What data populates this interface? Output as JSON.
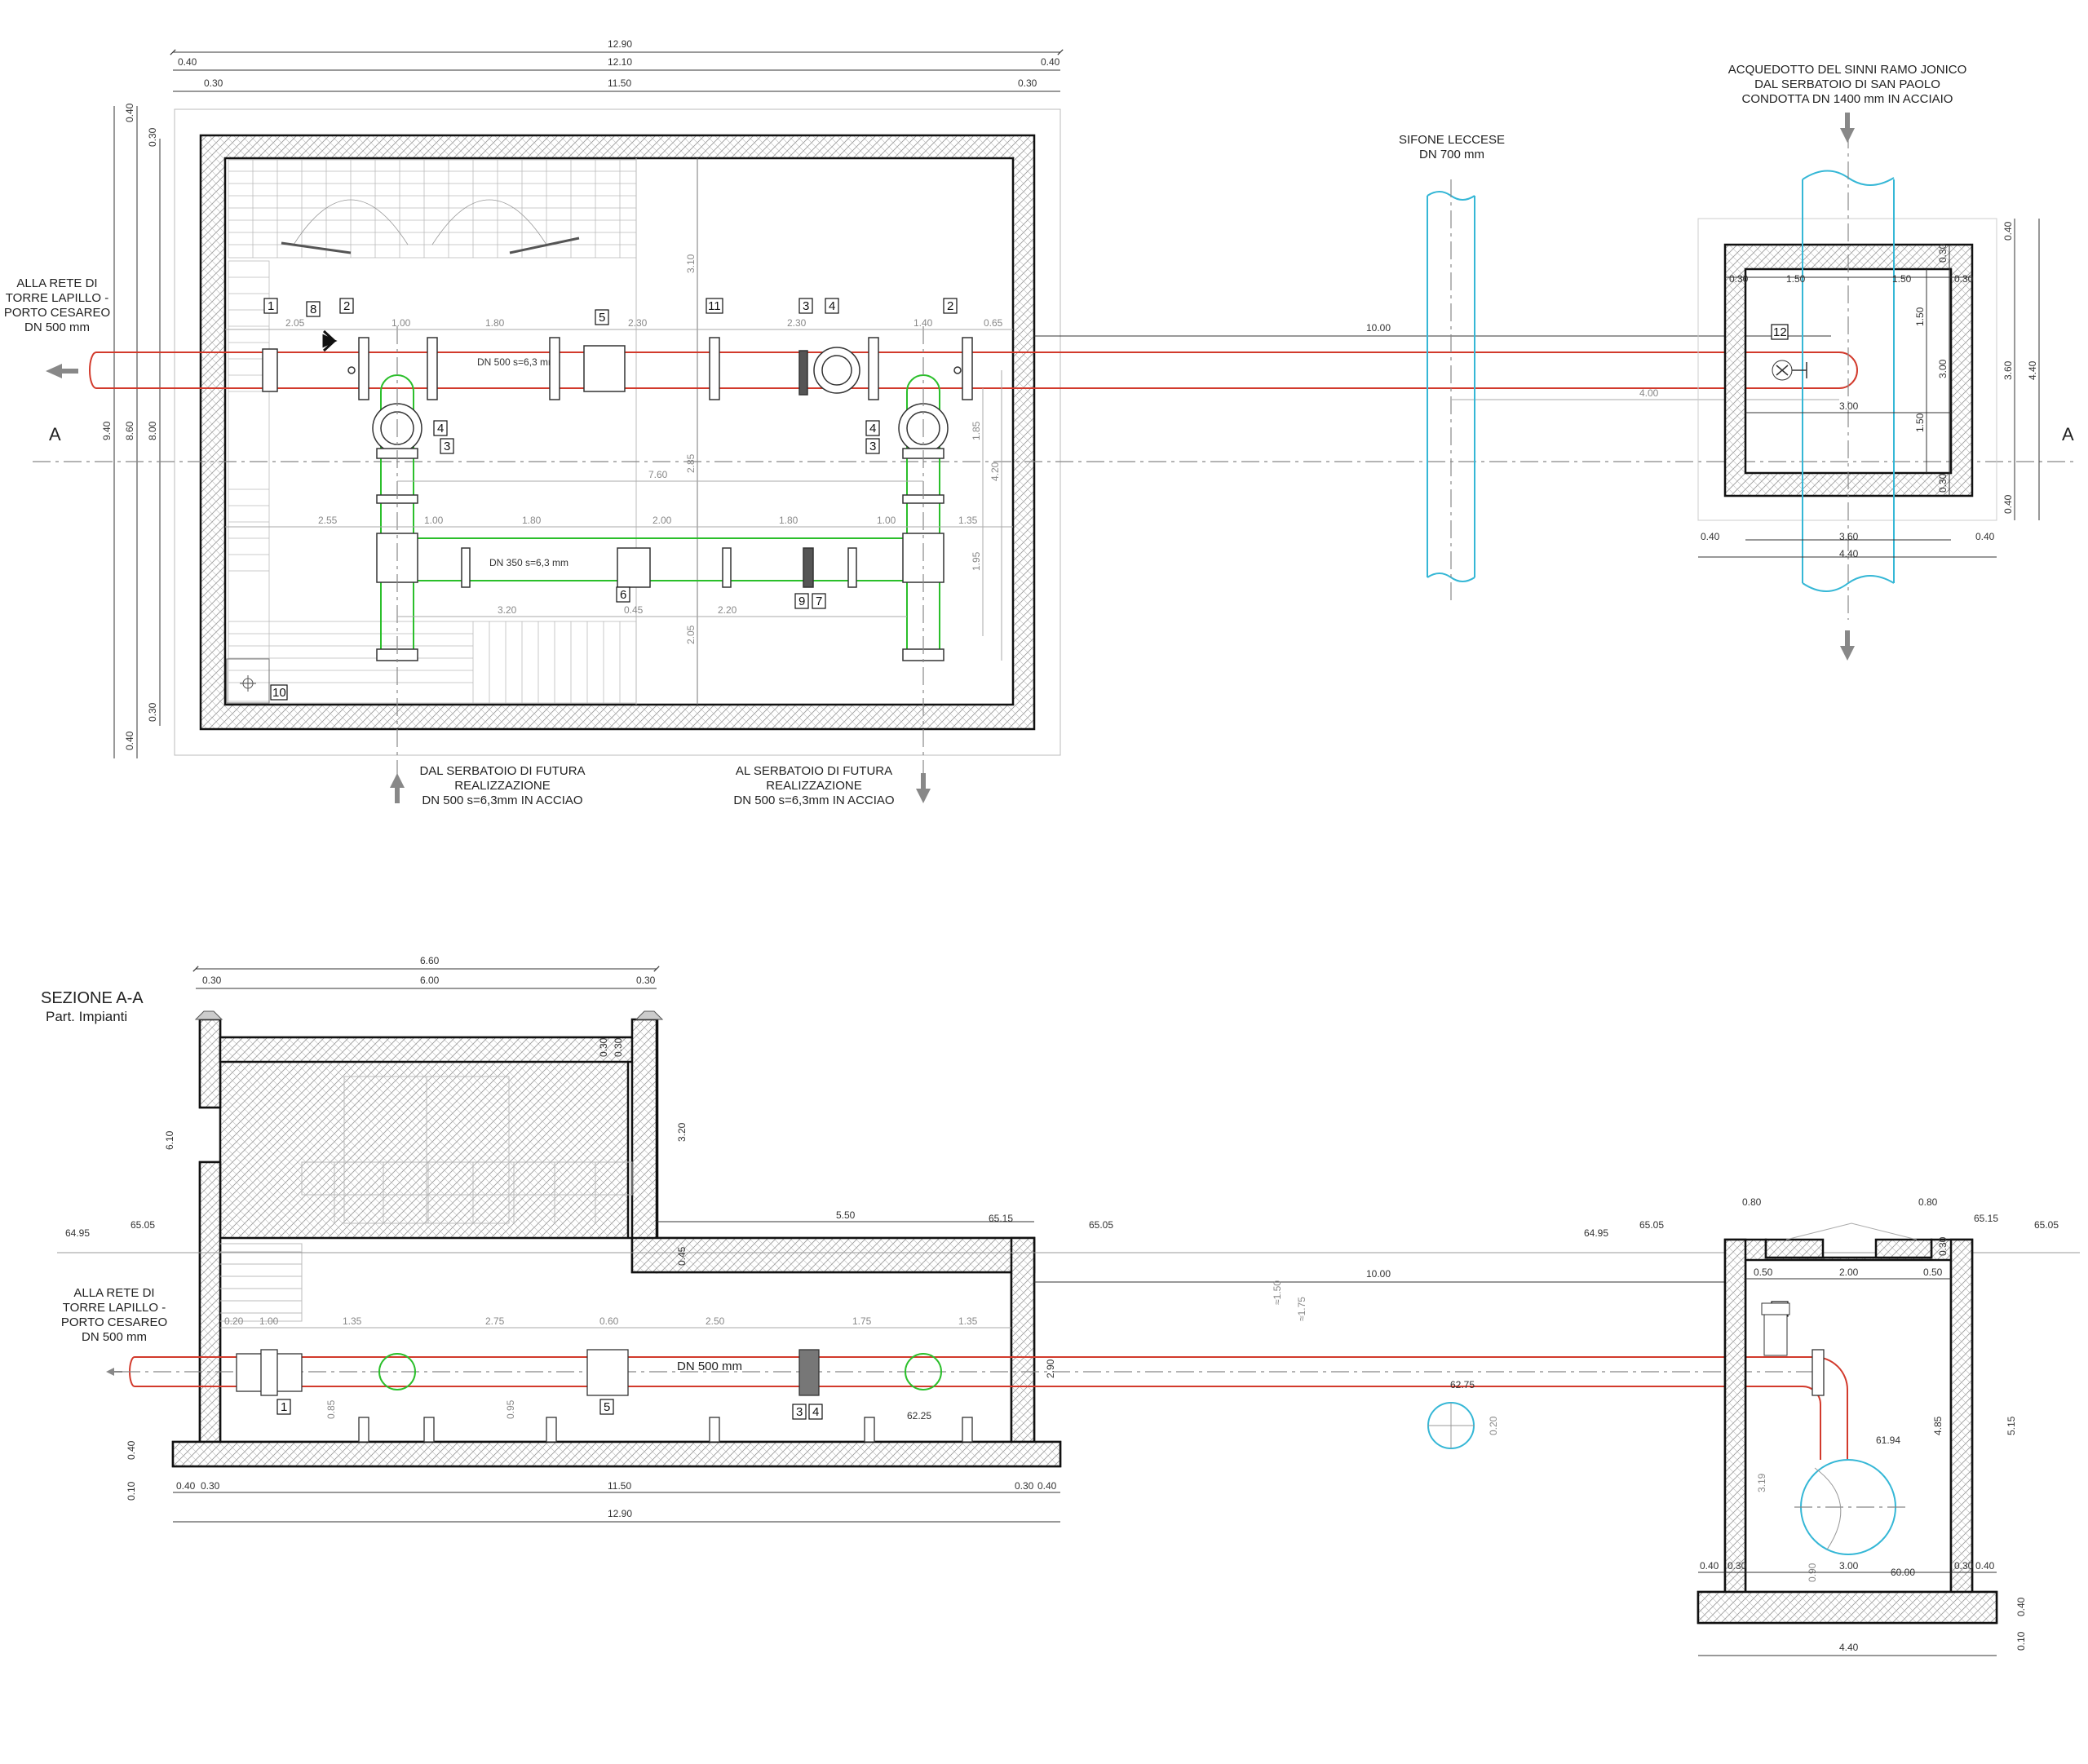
{
  "plan": {
    "dims_top": [
      "12.90",
      "12.10",
      "0.40",
      "0.40",
      "11.50",
      "0.30",
      "0.30"
    ],
    "dims_left": [
      "9.40",
      "8.60",
      "8.00",
      "0.40",
      "0.30",
      "0.30",
      "0.40"
    ],
    "left_label": [
      "ALLA RETE DI",
      "TORRE LAPILLO -",
      "PORTO CESAREO",
      "DN 500 mm"
    ],
    "section_marker": "A",
    "sifone_label": [
      "SIFONE LECCESE",
      "DN 700 mm"
    ],
    "acquedotto_label": [
      "ACQUEDOTTO DEL SINNI RAMO JONICO",
      "DAL SERBATOIO DI SAN PAOLO",
      "CONDOTTA DN 1400 mm IN ACCIAIO"
    ],
    "bottom_left_label": [
      "DAL SERBATOIO DI FUTURA",
      "REALIZZAZIONE",
      "DN 500 s=6,3mm IN ACCIAO"
    ],
    "bottom_right_label": [
      "AL SERBATOIO DI FUTURA",
      "REALIZZAZIONE",
      "DN 500 s=6,3mm IN ACCIAO"
    ],
    "pipe_main": "DN 500 s=6,3 mm",
    "pipe_sec": "DN 350 s=6,3 mm",
    "row1_dims": [
      "2.05",
      "1.00",
      "1.80",
      "2.30",
      "2.30",
      "1.40",
      "0.65"
    ],
    "row2_dims": [
      "2.55",
      "1.00",
      "1.80",
      "2.00",
      "1.80",
      "1.00",
      "1.35"
    ],
    "row3_dims": [
      "3.20",
      "0.45",
      "2.20"
    ],
    "span_dims": [
      "7.60",
      "10.00",
      "4.00"
    ],
    "vert_dims": [
      "3.10",
      "2.85",
      "2.05",
      "1.85",
      "4.20",
      "1.95"
    ],
    "tags": [
      "1",
      "2",
      "3",
      "4",
      "5",
      "6",
      "7",
      "8",
      "9",
      "10",
      "11",
      "12"
    ],
    "well": {
      "dims_top": [
        "0.30",
        "1.50",
        "1.50",
        "0.30"
      ],
      "dims_right": [
        "0.40",
        "1.50",
        "3.00",
        "1.50",
        "0.30",
        "0.30",
        "0.40",
        "3.60",
        "4.40"
      ],
      "dims_bottom": [
        "0.40",
        "3.60",
        "0.40",
        "4.40"
      ],
      "inner": "3.00"
    }
  },
  "section": {
    "title": "SEZIONE A-A",
    "subtitle": "Part. Impianti",
    "dims_top": [
      "6.60",
      "0.30",
      "6.00",
      "0.30"
    ],
    "left_label": [
      "ALLA RETE DI",
      "TORRE LAPILLO -",
      "PORTO CESAREO",
      "DN 500 mm"
    ],
    "pipe": "DN 500 mm",
    "levels": [
      "64.95",
      "65.05",
      "65.15",
      "65.05",
      "64.95",
      "65.05",
      "65.15",
      "65.05",
      "62.25",
      "62.75",
      "61.94",
      "60.00"
    ],
    "row_dims": [
      "0.20",
      "1.00",
      "1.35",
      "2.75",
      "0.60",
      "2.50",
      "1.75",
      "1.35"
    ],
    "heights": [
      "6.10",
      "3.20",
      "0.45",
      "2.90",
      "0.85",
      "0.95",
      "0.40",
      "0.10",
      "0.30",
      "0.30",
      "≈1.50",
      "≈1.75",
      "0.20"
    ],
    "span": [
      "5.50",
      "10.00"
    ],
    "dims_bottom": [
      "0.40",
      "0.30",
      "11.50",
      "0.30",
      "0.40",
      "12.90"
    ],
    "well": {
      "top": [
        "0.80",
        "0.80",
        "0.50",
        "2.00",
        "0.50"
      ],
      "right": [
        "4.85",
        "5.15",
        "0.30",
        "0.40",
        "0.10",
        "3.19",
        "0.90"
      ],
      "bottom": [
        "0.40",
        "0.30",
        "3.00",
        "0.30",
        "0.40",
        "4.40"
      ]
    }
  }
}
